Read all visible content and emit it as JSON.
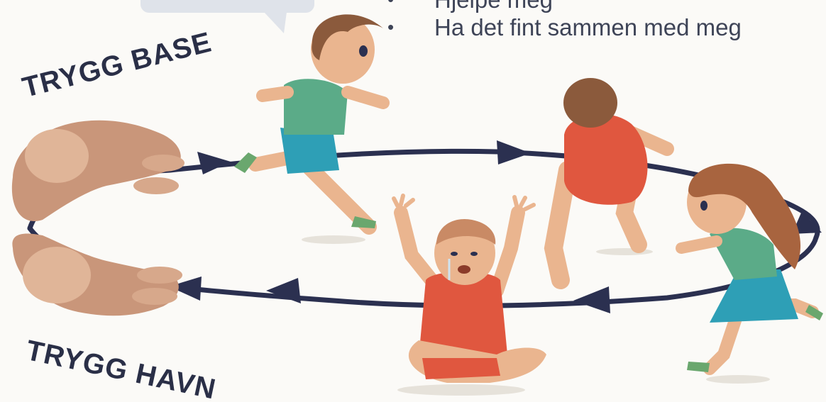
{
  "bullets": [
    "Hjelpe meg",
    "Ha det fint sammen med meg"
  ],
  "labels": {
    "base": "TRYGG BASE",
    "havn": "TRYGG HAVN"
  },
  "colors": {
    "arrow": "#2b3050",
    "bubble": "#dfe3ea",
    "shirt_green": "#5bab88",
    "shorts_blue": "#2e9fb6",
    "onesie": "#e0573f",
    "skin": "#eab58f"
  }
}
